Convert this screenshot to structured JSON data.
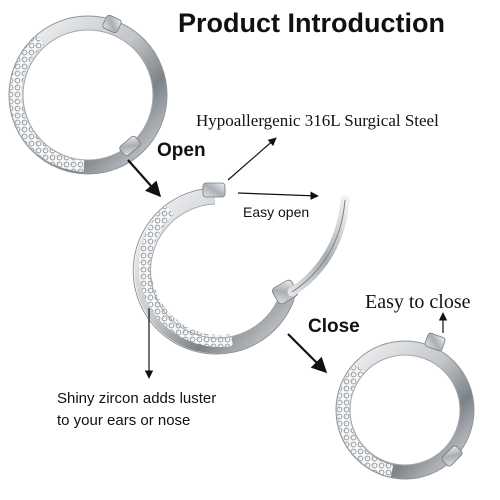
{
  "title": "Product Introduction",
  "labels": {
    "material": "Hypoallergenic 316L Surgical Steel",
    "open": "Open",
    "easy_open": "Easy open",
    "easy_close": "Easy to close",
    "close": "Close",
    "zircon_line1": "Shiny zircon adds luster",
    "zircon_line2": "to your ears or nose"
  },
  "colors": {
    "text": "#111111",
    "steel_light": "#e8eaec",
    "steel_mid": "#b9bdc2",
    "steel_dark": "#6e7378",
    "background": "#ffffff"
  },
  "icons": [
    "arrow-icon",
    "hoop-earring-closed",
    "hoop-earring-open"
  ]
}
